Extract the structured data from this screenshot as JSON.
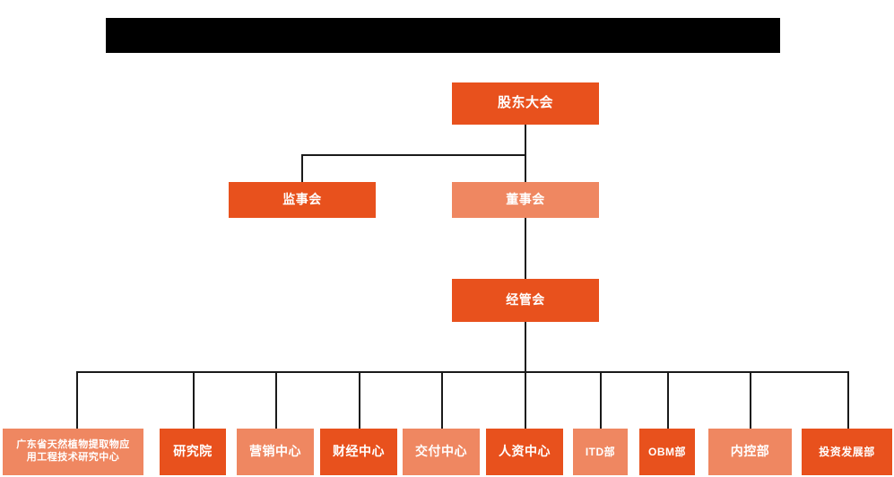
{
  "diagram": {
    "title_bar": {
      "name": "redacted-title-bar",
      "color": "#000000",
      "label": ""
    },
    "colors": {
      "dark_orange": "#e8511d",
      "light_orange": "#ef8761",
      "connector": "#1a1a1a",
      "background": "#ffffff",
      "text": "#ffffff"
    },
    "nodes": {
      "shareholders_meeting": "股东大会",
      "board_of_supervisors": "监事会",
      "board_of_directors": "董事会",
      "management_committee": "经管会"
    },
    "departments": [
      {
        "label_line1": "广东省天然植物提取物应",
        "label_line2": "用工程技术研究中心"
      },
      {
        "label": "研究院"
      },
      {
        "label": "营销中心"
      },
      {
        "label": "财经中心"
      },
      {
        "label": "交付中心"
      },
      {
        "label": "人资中心"
      },
      {
        "label": "ITD部"
      },
      {
        "label": "OBM部"
      },
      {
        "label": "内控部"
      },
      {
        "label": "投资发展部"
      }
    ]
  }
}
